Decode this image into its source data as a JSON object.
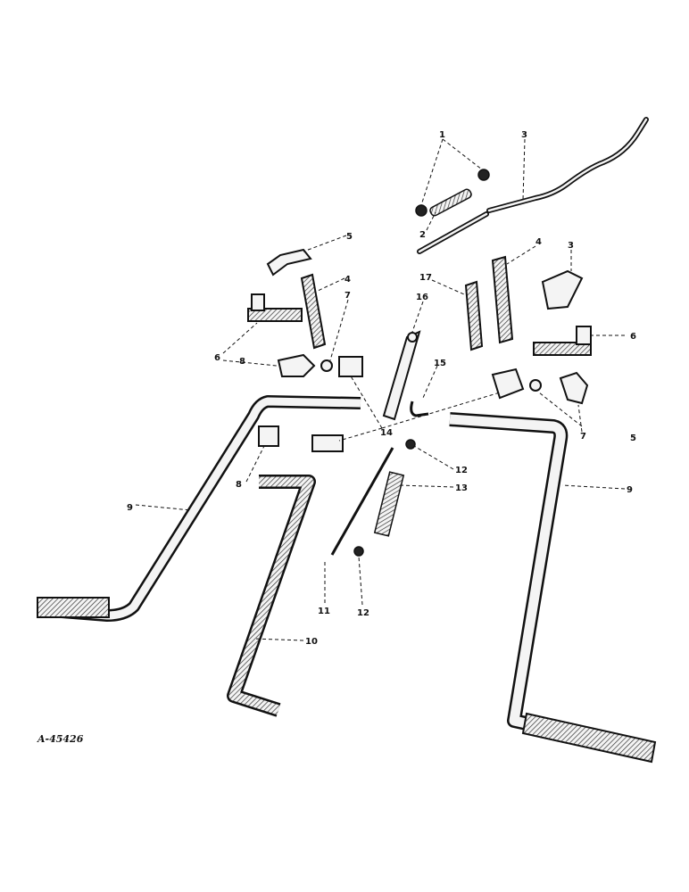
{
  "figure": {
    "id_label": "A-45426"
  },
  "callouts": {
    "c1": "1",
    "c2": "2",
    "c3a": "3",
    "c3b": "3",
    "c4a": "4",
    "c4b": "4",
    "c5a": "5",
    "c5b": "5",
    "c6a": "6",
    "c6b": "6",
    "c7a": "7",
    "c7b": "7",
    "c8a": "8",
    "c8b": "8",
    "c9a": "9",
    "c9b": "9",
    "c10": "10",
    "c11": "11",
    "c12a": "12",
    "c12b": "12",
    "c13": "13",
    "c14": "14",
    "c15": "15",
    "c16": "16",
    "c17": "17"
  }
}
